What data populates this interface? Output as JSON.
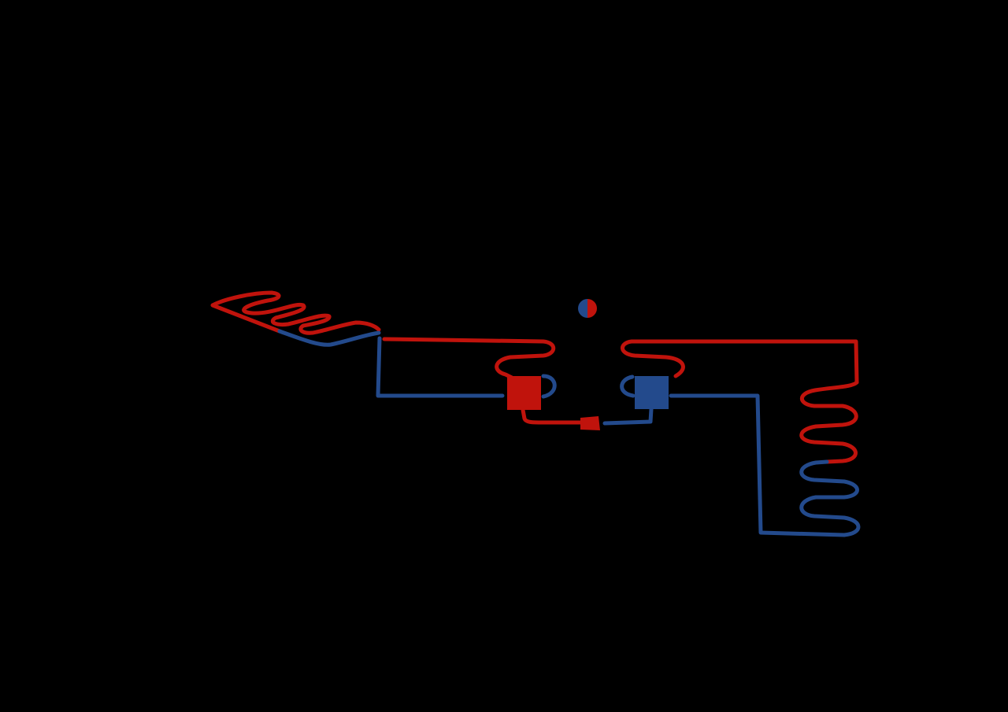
{
  "diagram": {
    "kind": "heat-exchange-loop",
    "background_color": "#000000",
    "colors": {
      "hot": "#c0130c",
      "cold": "#234a8c"
    },
    "components": [
      {
        "id": "left-coil",
        "kind": "coil",
        "colors": [
          "hot",
          "cold"
        ]
      },
      {
        "id": "right-coil",
        "kind": "coil",
        "colors": [
          "hot",
          "cold"
        ]
      },
      {
        "id": "hot-block",
        "kind": "block",
        "color": "hot"
      },
      {
        "id": "cold-block",
        "kind": "block",
        "color": "cold"
      },
      {
        "id": "valve",
        "kind": "valve",
        "color": "hot"
      },
      {
        "id": "indicator",
        "kind": "split-circle",
        "colors": [
          "cold",
          "hot"
        ]
      }
    ]
  }
}
